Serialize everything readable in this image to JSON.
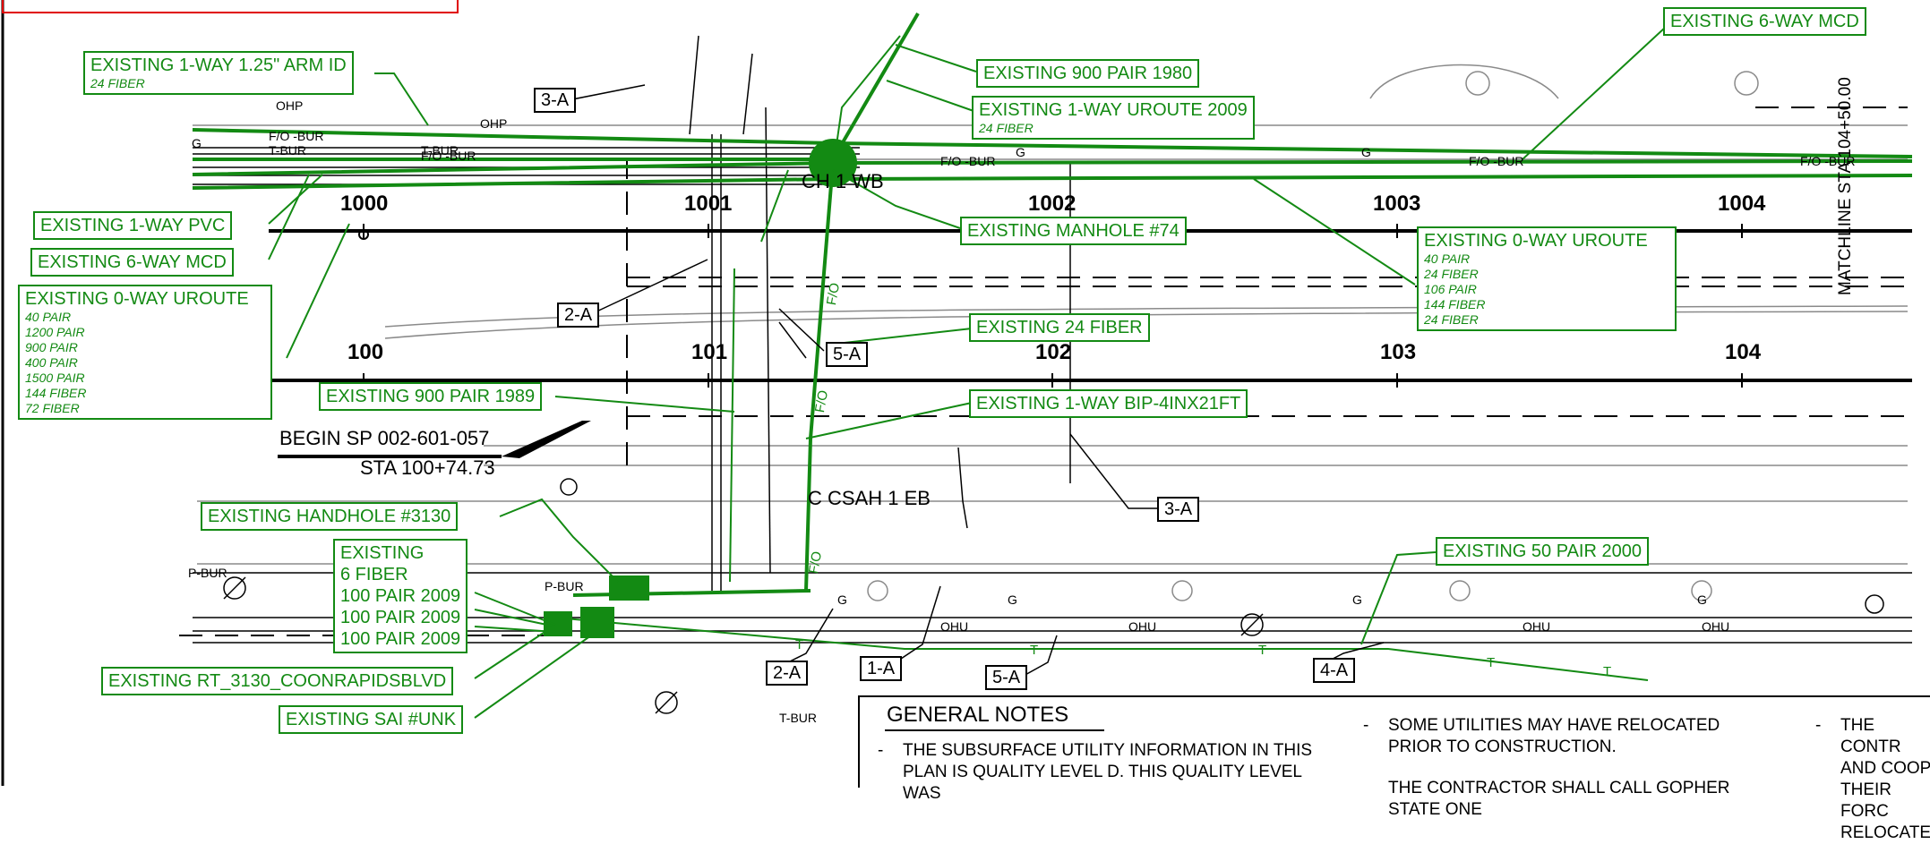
{
  "colors": {
    "callout_green": "#138a13",
    "main_line": "#000000",
    "notes_border": "#000000",
    "title_box_red": "#e00000"
  },
  "callouts": [
    {
      "id": "c1",
      "title": "EXISTING 1-WAY 1.25\" ARM ID",
      "sub": [
        "24 FIBER"
      ]
    },
    {
      "id": "c2",
      "title": "EXISTING 1-WAY PVC",
      "sub": []
    },
    {
      "id": "c3",
      "title": "EXISTING 6-WAY MCD",
      "sub": []
    },
    {
      "id": "c4",
      "title": "EXISTING 0-WAY UROUTE",
      "sub": [
        "40 PAIR",
        "1200 PAIR",
        "900 PAIR",
        "400 PAIR",
        "1500 PAIR",
        "144 FIBER",
        "72 FIBER"
      ]
    },
    {
      "id": "c5",
      "title": "EXISTING 900 PAIR 1989",
      "sub": []
    },
    {
      "id": "c6",
      "title": "EXISTING HANDHOLE #3130",
      "sub": []
    },
    {
      "id": "c7",
      "title": "EXISTING",
      "sub": [],
      "lines": [
        "6 FIBER",
        "100 PAIR 2009",
        "100 PAIR 2009",
        "100 PAIR 2009"
      ]
    },
    {
      "id": "c8",
      "title": "EXISTING RT_3130_COONRAPIDSBLVD",
      "sub": []
    },
    {
      "id": "c9",
      "title": "EXISTING SAI #UNK",
      "sub": []
    },
    {
      "id": "c10",
      "title": "EXISTING 900 PAIR 1980",
      "sub": []
    },
    {
      "id": "c11",
      "title": "EXISTING 1-WAY UROUTE 2009",
      "sub": [
        "24 FIBER"
      ]
    },
    {
      "id": "c12",
      "title": "EXISTING 6-WAY MCD",
      "sub": []
    },
    {
      "id": "c13",
      "title": "EXISTING MANHOLE #74",
      "sub": []
    },
    {
      "id": "c14",
      "title": "EXISTING 0-WAY UROUTE",
      "sub": [
        "40 PAIR",
        "24 FIBER",
        "106 PAIR",
        "144 FIBER",
        "24 FIBER"
      ]
    },
    {
      "id": "c15",
      "title": "EXISTING 24 FIBER",
      "sub": []
    },
    {
      "id": "c16",
      "title": "EXISTING 1-WAY BIP-4INX21FT",
      "sub": []
    },
    {
      "id": "c17",
      "title": "EXISTING 50 PAIR 2000",
      "sub": []
    }
  ],
  "keynotes": [
    "3-A",
    "2-A",
    "5-A",
    "3-A",
    "2-A",
    "1-A",
    "5-A",
    "4-A"
  ],
  "stations_upper": [
    "1000",
    "1001",
    "1002",
    "1003",
    "1004"
  ],
  "stations_lower": [
    "100",
    "101",
    "102",
    "103",
    "104"
  ],
  "labels": {
    "cl_wb": "CH 1 WB",
    "cl_eb": "C CSAH 1 EB",
    "begin_sp": "BEGIN SP 002-601-057",
    "begin_sta": "STA 100+74.73",
    "matchline": "MATCHLINE STA 104+50.00"
  },
  "utility_codes": {
    "fo_bur": "F/O -BUR",
    "t_bur": "T-BUR",
    "p_bur": "P-BUR",
    "ohp": "OHP",
    "ohu": "OHU",
    "g": "G",
    "t": "T",
    "fo": "F/O"
  },
  "notes": {
    "title": "GENERAL NOTES",
    "items": [
      "THE SUBSURFACE UTILITY INFORMATION IN THIS PLAN IS QUALITY LEVEL D. THIS QUALITY LEVEL WAS",
      "SOME UTILITIES MAY HAVE RELOCATED PRIOR TO CONSTRUCTION.",
      "THE CONTRACTOR SHALL CALL GOPHER STATE ONE",
      "THE CONTR AND COOP THEIR FORC RELOCATED"
    ]
  }
}
